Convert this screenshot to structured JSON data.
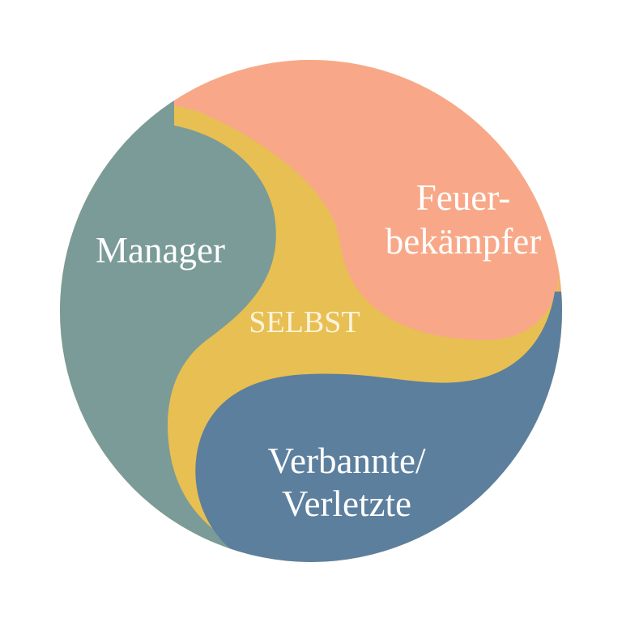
{
  "diagram": {
    "parts": [
      {
        "id": "manager",
        "lines": [
          "Manager"
        ],
        "color": "#7a9b98"
      },
      {
        "id": "feuerbekaempfer",
        "lines": [
          "Feuer-",
          "bekämpfer"
        ],
        "color": "#f8a888"
      },
      {
        "id": "verbannte",
        "lines": [
          "Verbannte/",
          "Verletzte"
        ],
        "color": "#5c7f9e"
      }
    ],
    "center": {
      "label": "SELBST",
      "color": "#e8bf52"
    }
  }
}
